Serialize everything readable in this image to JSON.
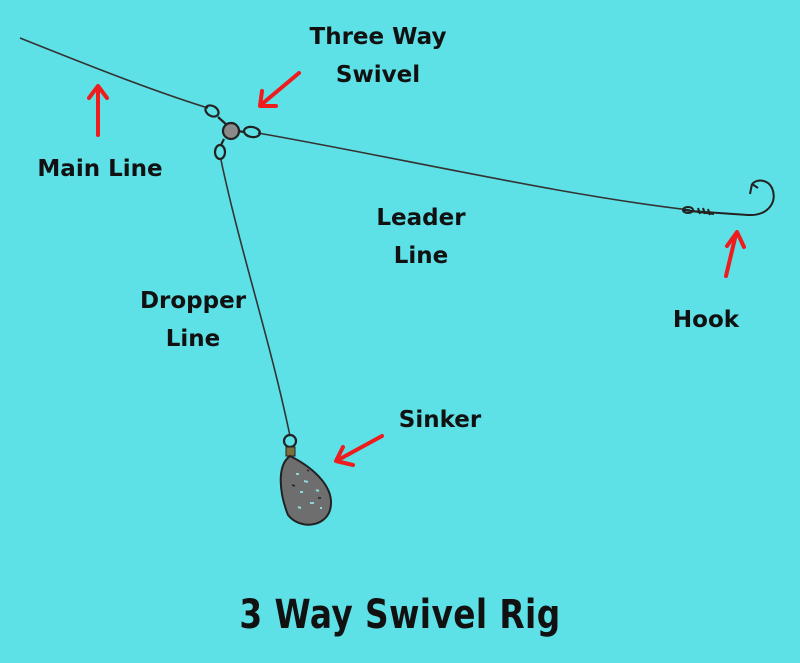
{
  "title": "3 Way Swivel Rig",
  "labels": {
    "three_way_swivel": [
      "Three Way",
      "Swivel"
    ],
    "main_line": [
      "Main Line"
    ],
    "leader_line": [
      "Leader",
      "Line"
    ],
    "dropper_line": [
      "Dropper",
      "Line"
    ],
    "hook": [
      "Hook"
    ],
    "sinker": [
      "Sinker"
    ]
  },
  "colors": {
    "background": "#5de0e6",
    "line": "#333333",
    "arrow": "#ee1c1c",
    "sinker": "#6e6e6e",
    "text": "#111111"
  }
}
